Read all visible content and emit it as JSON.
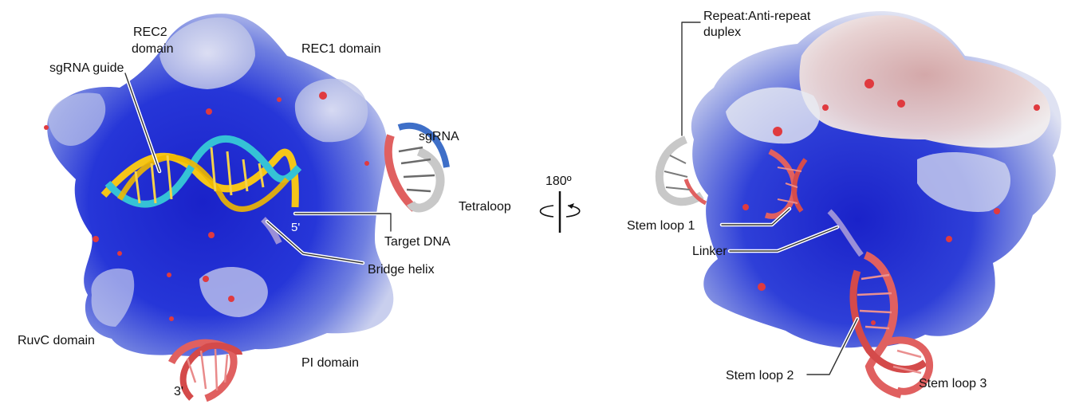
{
  "figure": {
    "left_panel": {
      "labels": {
        "rec2": [
          "REC2",
          "domain"
        ],
        "rec1": "REC1 domain",
        "sgrna_guide": "sgRNA guide",
        "sgrna": "sgRNA",
        "tetraloop": "Tetraloop",
        "five_prime": "5'",
        "target_dna": "Target DNA",
        "bridge_helix": "Bridge helix",
        "ruvc": "RuvC domain",
        "pi": "PI domain",
        "three_prime": "3'"
      }
    },
    "rotation": {
      "angle": "180º"
    },
    "right_panel": {
      "labels": {
        "repeat": [
          "Repeat:Anti-repeat",
          "duplex"
        ],
        "stem_loop_1": "Stem loop 1",
        "linker": "Linker",
        "stem_loop_2": "Stem loop 2",
        "stem_loop_3": "Stem loop 3"
      }
    },
    "colors": {
      "positive": "#1f2fd6",
      "neutral": "#ecedf3",
      "negative": "#e0454a",
      "rna_red": "#e06060",
      "dna_yellow": "#f5c518",
      "guide_cyan": "#35c2d6",
      "linker_purple": "#9a8fd8"
    }
  }
}
